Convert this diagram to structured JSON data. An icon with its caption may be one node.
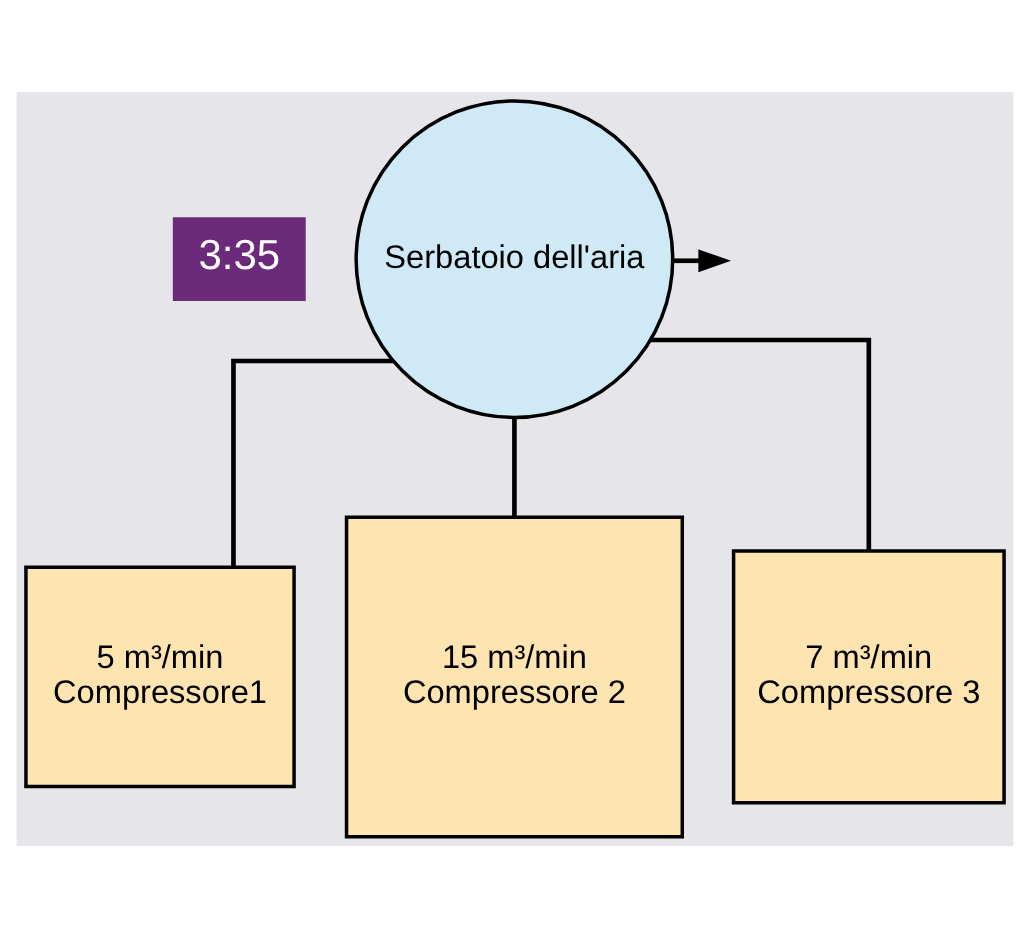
{
  "diagram": {
    "nodes": [
      {
        "text": [
          "Serbatoio dell'aria"
        ]
      },
      {
        "text": [
          "5 m³/min",
          "Compressore1"
        ]
      },
      {
        "text": [
          "15 m³/min",
          "Compressore 2"
        ]
      },
      {
        "text": [
          "7 m³/min",
          "Compressore 3"
        ]
      }
    ],
    "edges": [
      {
        "from": 1,
        "to": 0,
        "arrow": "none"
      },
      {
        "from": 2,
        "to": 0,
        "arrow": "none"
      },
      {
        "from": 3,
        "to": 0,
        "arrow": "none"
      },
      {
        "from": 0,
        "to": null,
        "arrow": "to"
      }
    ],
    "labels": [
      "3:35"
    ]
  }
}
